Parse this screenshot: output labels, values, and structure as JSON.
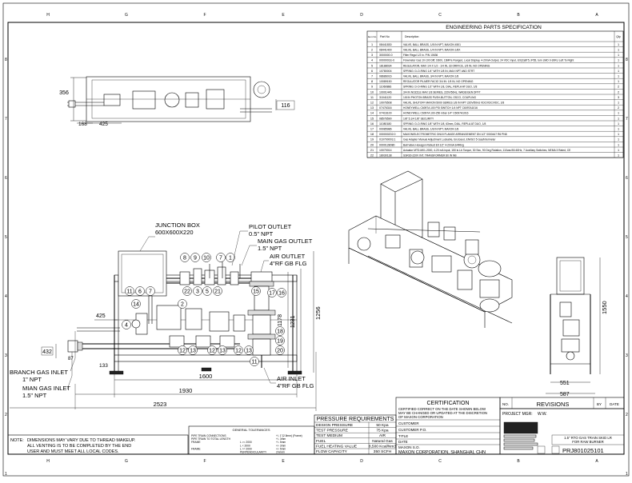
{
  "border": {
    "cols": [
      "H",
      "G",
      "F",
      "E",
      "D",
      "C",
      "B",
      "A"
    ],
    "rows": [
      "8",
      "7",
      "6",
      "5",
      "4",
      "3",
      "2",
      "1"
    ]
  },
  "parts_table": {
    "title": "ENGINEERING PARTS SPECIFICATION",
    "headers": {
      "no": "Item No",
      "part": "Part No",
      "desc": "Description",
      "qty": "Qty"
    },
    "rows": [
      {
        "no": "1",
        "part": "08441830",
        "desc": "VALVE, BALL BRASS, 1/8 IN NPT, MAXON 4501",
        "qty": "1"
      },
      {
        "no": "2",
        "part": "08441400",
        "desc": "VALVE, BALL BRASS, 1/4 IN NPT, MAXON 1/8X",
        "qty": "1"
      },
      {
        "no": "3",
        "part": "3000000.0",
        "desc": "Filter Regul 1/2 in. P/N 10636",
        "qty": "1"
      },
      {
        "no": "4",
        "part": "0000001E-0",
        "desc": "Flowmeter Gas 10-100 Diff, D600, 16MPa Flanged, Local Display, 4-20mA Output, 24 VDC Input, EX(S)BT5, IP65, turn LWD 0-30KU Left To Right",
        "qty": "1"
      },
      {
        "no": "5",
        "part": "18188034",
        "desc": "REGULATOR, MAX 1/4 X 1/2 - 1/4 IN, 33 ORIFICE, 1/5 IN, NO OPENING",
        "qty": "1"
      },
      {
        "no": "6",
        "part": "10780004",
        "desc": "SPRING: D-O-RING 1/4\" WITH 1/8 IN, MAX NPT AND STRT",
        "qty": "1"
      },
      {
        "no": "7",
        "part": "08686016",
        "desc": "VALVE, BALL BRASS, 3/4 IN NPT, MAXON 1/8",
        "qty": "1"
      },
      {
        "no": "8",
        "part": "10089150",
        "desc": "REGULATOR PILMER FACIO 3/4 IN: 1/5 IN, NO OPENING",
        "qty": "1"
      },
      {
        "no": "9",
        "part": "11060886",
        "desc": "SPRING: D-O-RING 1/2\" WITH 1/8, DIAL, REPLA AT DUO, 1/8",
        "qty": "2"
      },
      {
        "no": "10",
        "part": "10001446",
        "desc": "3/4 IN NOZZLE MAX 1/8 SERIES, 220V/50Hz, WADE/GEN DPFT",
        "qty": "2"
      },
      {
        "no": "11",
        "part": "31041120",
        "desc": "1/8 IN PHOTON BRASS PUSH-BUTTON, OSCO, COUPLING",
        "qty": "3"
      },
      {
        "no": "12",
        "part": "10076508",
        "desc": "VALVE, SHUTOFF MAXON 5000 SERIES 1/8 IN NPT 220V/50Hz VDC/VDC/VDC, 1/8",
        "qty": "1"
      },
      {
        "no": "13",
        "part": "07476316",
        "desc": "HONEYWELL C6097A 100 PSI SWITCH 1/4 NPT C6097A1016",
        "qty": "2"
      },
      {
        "no": "14",
        "part": "07416100",
        "desc": "HONEYWELL C6097A 100-250 mbar 1/4\" C6097A1016",
        "qty": "1"
      },
      {
        "no": "15",
        "part": "08576590",
        "desc": "1/8\" 5.1/4 1/8\" SECURITY",
        "qty": "1"
      },
      {
        "no": "16",
        "part": "11080180",
        "desc": "SPRING: D-O-RING 1/8\" WITH 1/8, 63mm, DIAL, REPLA AT DUO, 1/8",
        "qty": "1"
      },
      {
        "no": "17",
        "part": "00085986",
        "desc": "VALVE, BALL BRASS, 1/8 IN NPT, MAXON 1/8",
        "qty": "1"
      },
      {
        "no": "18",
        "part": "000000202.0",
        "desc": "MAXON/ELECTROMETRIC DN15 FLANGE ARRANGEMENT DN 1/2\" 0000447 R6 PN8",
        "qty": "1"
      },
      {
        "no": "19",
        "part": "010700003.1",
        "desc": "Gas Adapter Manual Adjustment Lockable, Enclosed, EN/ISO 5 Gas/Intermeter",
        "qty": "1"
      },
      {
        "no": "20",
        "part": "0000128080",
        "desc": "Ball Valve Hexagon Robust Elt 1/2\" 4-20mA 3/4Ring",
        "qty": "1"
      },
      {
        "no": "21",
        "part": "10070014",
        "desc": "Actuator MTD-M01-2000, 4-20 mA input, 150 in-Lb Torque, 30 Sec, 90 Deg Rotation, 110vac/50-60Hz, 7 Auxiliary Switches, NEMA 3 Rated, CE",
        "qty": "1"
      },
      {
        "no": "22",
        "part": "18030138",
        "desc": "SSR30-220V INT. TRANSFORMER 80 IN NB",
        "qty": "1"
      }
    ]
  },
  "top_view": {
    "dims": {
      "left_height": "356",
      "right_height": "116",
      "left_offset": "168",
      "length": "425"
    }
  },
  "front_view": {
    "labels": {
      "junction_box": "JUNCTION BOX",
      "junction_box_size": "600X600X220",
      "pilot_outlet": "PILOT OUTLET",
      "pilot_outlet_size": "0.5\" NPT",
      "main_gas_outlet": "MAIN GAS OUTLET",
      "main_gas_outlet_size": "1.5\" NPT",
      "air_outlet": "AIR OUTLET",
      "air_outlet_size": "4\"RF GB FLG",
      "branch_gas_inlet": "BRANCH GAS INLET",
      "branch_gas_inlet_size": "1\" NPT",
      "main_gas_inlet": "MIAN GAS INLET",
      "main_gas_inlet_size": "1.5\" NPT",
      "air_inlet": "AIR INLET",
      "air_inlet_size": "4\"RF GB FLG"
    },
    "dims": {
      "d425": "425",
      "d432": "432",
      "d87": "87",
      "d133": "133",
      "d1600": "1600",
      "d1930": "1930",
      "d2523": "2523",
      "d1178": "1178",
      "d1231": "1231",
      "d1256": "1256"
    },
    "balloons": [
      "8",
      "9",
      "10",
      "7",
      "1",
      "11",
      "6",
      "7",
      "22",
      "3",
      "5",
      "21",
      "15",
      "4",
      "17",
      "16",
      "12",
      "13",
      "12",
      "13",
      "12",
      "13",
      "18",
      "19",
      "20",
      "11",
      "14",
      "2"
    ]
  },
  "side_view": {
    "dims": {
      "height": "1550",
      "width_a": "551",
      "width_b": "587"
    }
  },
  "notes": {
    "note_label": "NOTE:",
    "line1": "DIMENSIONS MAY VARY DUE TO THREAD MAKEUP.",
    "line2": "ALL VENTING IS TO BE COMPLETED BY THE END",
    "line3": "USER AND MUST MEET ALL LOCAL CODES."
  },
  "tolerances": {
    "title": "GENERAL TOLERANCES",
    "rows": [
      {
        "label": "PIPE TRAIN CONNECTIONS",
        "val": "+/- 1\"(2.5mm) (Frame)"
      },
      {
        "label": "PIPE TRAIN TO TOTAL LENGTH",
        "val": "+/- 3mm"
      },
      {
        "label": "FRAME",
        "range": "L >= 2000",
        "val": "+/- 5mm"
      },
      {
        "label": "",
        "range": "L < 2000",
        "val": "+/- 3mm"
      },
      {
        "label": "FRAME",
        "range": "L >= 2000",
        "val": "+/- 5mm"
      },
      {
        "label": "",
        "range": "PERPENDICULARITY",
        "val": "2mm/m"
      }
    ]
  },
  "pressure": {
    "title": "PRESSURE REQUIREMENTS",
    "rows": [
      {
        "label": "DESIGN PRESSURE",
        "val": "50 Kpa"
      },
      {
        "label": "TEST PRESSURE",
        "val": "75 Kpa"
      },
      {
        "label": "TEST MEDIUM",
        "val": "AIR"
      },
      {
        "label": "FUEL",
        "val": "Natural Gas"
      },
      {
        "label": "FUEL HEATING VALUE",
        "val": "8,500 Kcal/Nm3"
      },
      {
        "label": "FLOW CAPACITY",
        "val": "350 SCFH"
      }
    ]
  },
  "certification": {
    "title": "CERTIFICATION",
    "text1": "CERTIFIED CORRECT ON THE DATE SHOWN BELOW",
    "text2": "MAY BE CHANGED OR UPDATED AT THE DISCRETION",
    "text3": "OF MAXON CORPORATION",
    "customer": "CUSTOMER",
    "customer_po": "CUSTOMER P.O.",
    "title_label": "TITLE",
    "date_label": "DATE",
    "maxon_so": "MAXON S.O.",
    "company": "MAXON CORPORATION, SHANGHAI, CHN"
  },
  "revisions": {
    "title": "REVISIONS",
    "col_no": "NO.",
    "col_by": "BY",
    "col_date": "DATE",
    "project_mgr": "PROJECT MGR:",
    "project_mgr_val": "W.W."
  },
  "title_block": {
    "drawing_title": "1.5\" RTO GAS TRAIN SKID LR",
    "drawing_subtitle": "FOR RAW BURNER",
    "drawing_no": "PRJ801025101"
  }
}
